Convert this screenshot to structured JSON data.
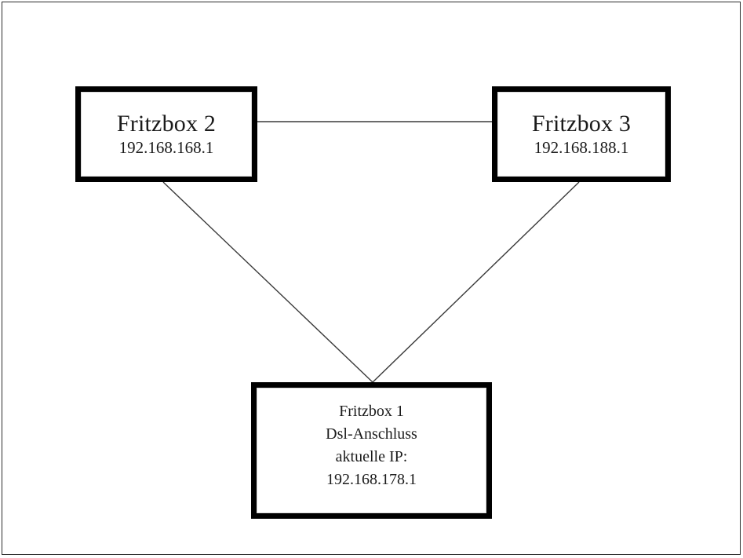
{
  "diagram": {
    "type": "network-topology",
    "background_color": "#ffffff",
    "frame_color": "#2b2b2b",
    "node_border_color": "#000000",
    "link_color": "#3a3a3a",
    "nodes": [
      {
        "id": "fritzbox-2",
        "title": "Fritzbox 2",
        "ip": "192.168.168.1",
        "lines": [
          "Fritzbox 2",
          "192.168.168.1"
        ]
      },
      {
        "id": "fritzbox-3",
        "title": "Fritzbox 3",
        "ip": "192.168.188.1",
        "lines": [
          "Fritzbox 3",
          "192.168.188.1"
        ]
      },
      {
        "id": "fritzbox-1",
        "title": "Fritzbox 1",
        "connection": "Dsl-Anschluss",
        "ip_label": "aktuelle IP:",
        "ip": "192.168.178.1",
        "lines": [
          "Fritzbox 1",
          "Dsl-Anschluss",
          "aktuelle IP:",
          "192.168.178.1"
        ]
      }
    ],
    "links": [
      {
        "from": "fritzbox-2",
        "to": "fritzbox-3"
      },
      {
        "from": "fritzbox-2",
        "to": "fritzbox-1"
      },
      {
        "from": "fritzbox-3",
        "to": "fritzbox-1"
      }
    ]
  }
}
